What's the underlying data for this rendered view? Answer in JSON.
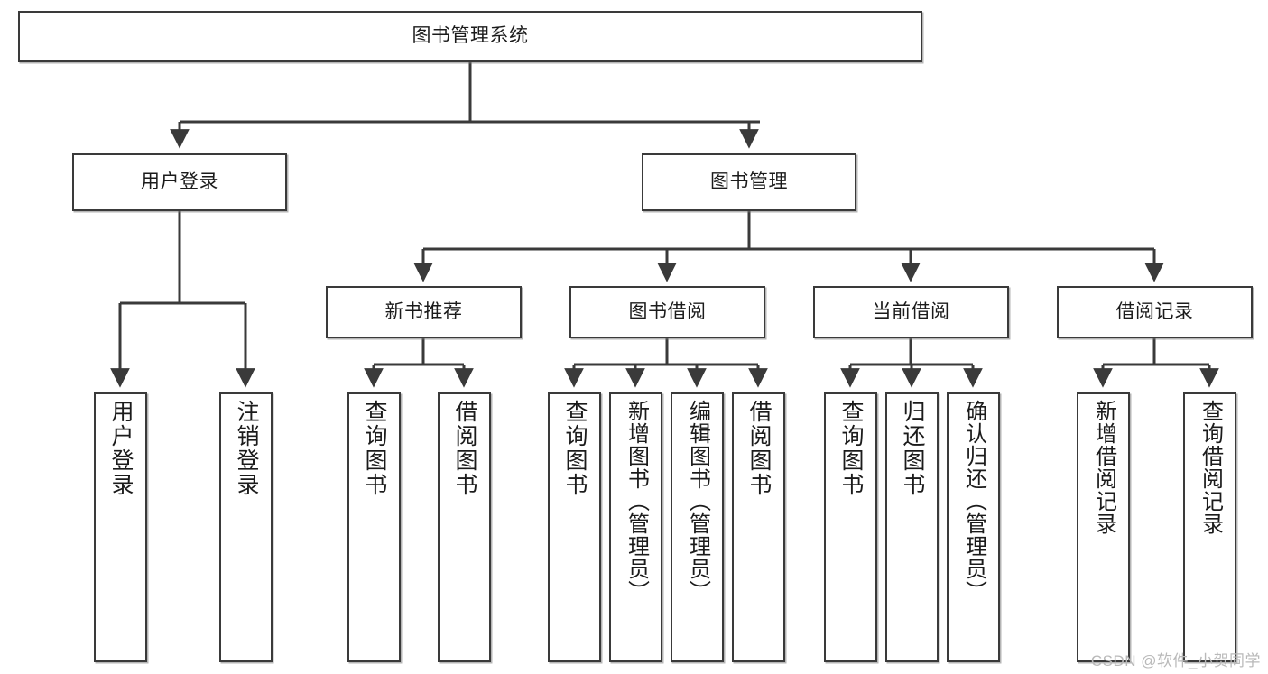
{
  "diagram": {
    "title": "图书管理系统",
    "type": "tree-hierarchy-chart",
    "colors": {
      "box_border": "#3a3a3a",
      "box_fill": "#ffffff",
      "connector": "#3a3a3a",
      "watermark": "#b9b9b9",
      "background": "#ffffff"
    },
    "root": {
      "label": "图书管理系统"
    },
    "level2": [
      {
        "label": "用户登录"
      },
      {
        "label": "图书管理"
      }
    ],
    "level3": [
      {
        "label": "新书推荐"
      },
      {
        "label": "图书借阅"
      },
      {
        "label": "当前借阅"
      },
      {
        "label": "借阅记录"
      }
    ],
    "leaves": {
      "user_login": [
        {
          "label": "用户登录"
        },
        {
          "label": "注销登录"
        }
      ],
      "new_book_recommend": [
        {
          "label": "查询图书"
        },
        {
          "label": "借阅图书"
        }
      ],
      "book_borrow": [
        {
          "label": "查询图书"
        },
        {
          "label": "新增图书（管理员）"
        },
        {
          "label": "编辑图书（管理员）"
        },
        {
          "label": "借阅图书"
        }
      ],
      "current_borrow": [
        {
          "label": "查询图书"
        },
        {
          "label": "归还图书"
        },
        {
          "label": "确认归还（管理员）"
        }
      ],
      "borrow_record": [
        {
          "label": "新增借阅记录"
        },
        {
          "label": "查询借阅记录"
        }
      ]
    }
  },
  "watermark": {
    "text": "CSDN @软件_小贺同学"
  }
}
